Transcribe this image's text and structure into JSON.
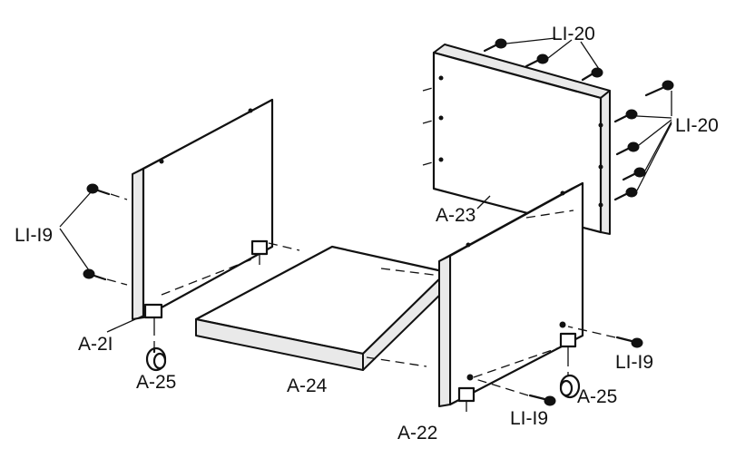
{
  "labels": {
    "l1_20_top": "LI-20",
    "l1_20_right": "LI-20",
    "l1_19_left": "LI-I9",
    "l1_19_right": "LI-I9",
    "l1_19_bottom": "LI-I9",
    "a21": "A-2I",
    "a22": "A-22",
    "a23": "A-23",
    "a24": "A-24",
    "a25_left": "A-25",
    "a25_right": "A-25"
  }
}
